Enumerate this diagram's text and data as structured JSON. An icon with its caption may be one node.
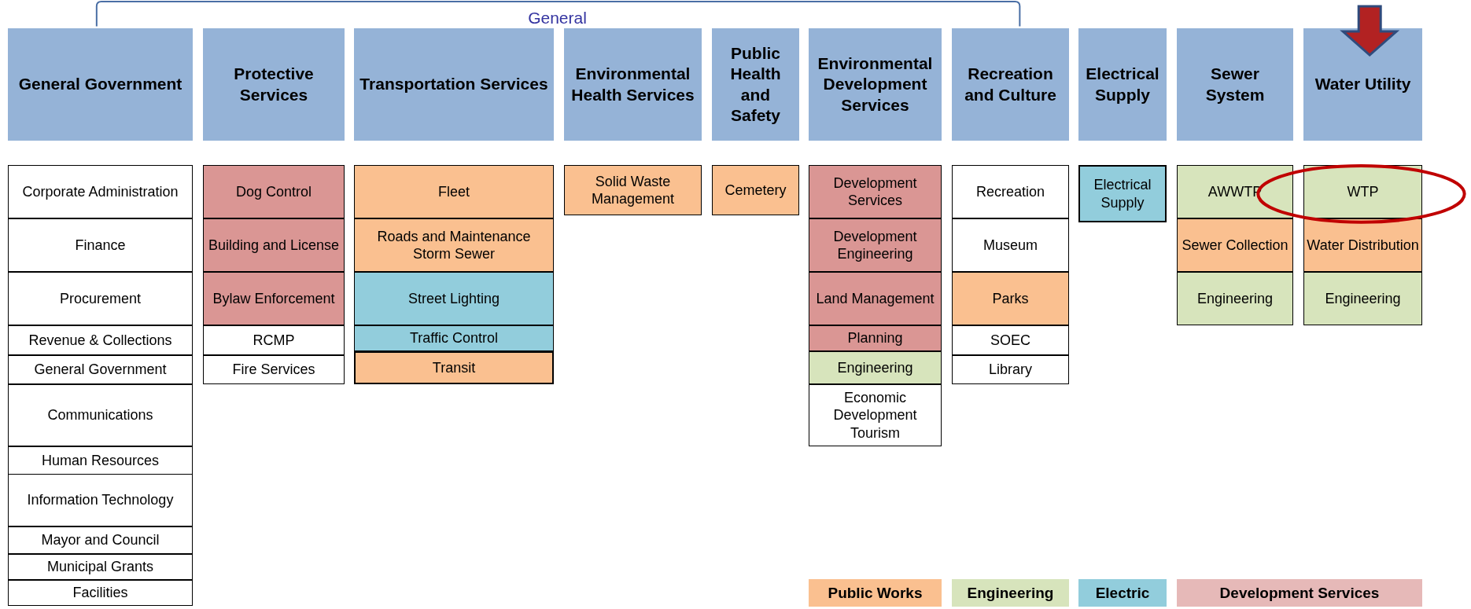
{
  "diagram": {
    "nodes": [
      {
        "text": [
          "General Government"
        ]
      },
      {
        "text": [
          "Protective Services"
        ]
      },
      {
        "text": [
          "Transportation Services"
        ]
      },
      {
        "text": [
          "Environmental Health Services"
        ]
      },
      {
        "text": [
          "Public Health and Safety"
        ]
      },
      {
        "text": [
          "Environmental Development Services"
        ]
      },
      {
        "text": [
          "Recreation and Culture"
        ]
      },
      {
        "text": [
          "Electrical Supply"
        ]
      },
      {
        "text": [
          "Sewer System"
        ]
      },
      {
        "text": [
          "Water Utility"
        ]
      },
      {
        "text": [
          "Corporate Administration"
        ]
      },
      {
        "text": [
          "Finance"
        ]
      },
      {
        "text": [
          "Procurement"
        ]
      },
      {
        "text": [
          "Revenue & Collections"
        ]
      },
      {
        "text": [
          "General Government"
        ]
      },
      {
        "text": [
          "Communications"
        ]
      },
      {
        "text": [
          "Human Resources"
        ]
      },
      {
        "text": [
          "Information Technology"
        ]
      },
      {
        "text": [
          "Mayor and Council"
        ]
      },
      {
        "text": [
          "Municipal Grants"
        ]
      },
      {
        "text": [
          "Facilities"
        ]
      },
      {
        "text": [
          "Dog Control"
        ]
      },
      {
        "text": [
          "Building and License"
        ]
      },
      {
        "text": [
          "Bylaw Enforcement"
        ]
      },
      {
        "text": [
          "RCMP"
        ]
      },
      {
        "text": [
          "Fire Services"
        ]
      },
      {
        "text": [
          "Fleet"
        ]
      },
      {
        "text": [
          "Roads and Maintenance Storm Sewer"
        ]
      },
      {
        "text": [
          "Street Lighting"
        ]
      },
      {
        "text": [
          "Traffic Control"
        ]
      },
      {
        "text": [
          "Transit"
        ]
      },
      {
        "text": [
          "Solid Waste Management"
        ]
      },
      {
        "text": [
          "Cemetery"
        ]
      },
      {
        "text": [
          "Development Services"
        ]
      },
      {
        "text": [
          "Development Engineering"
        ]
      },
      {
        "text": [
          "Land Management"
        ]
      },
      {
        "text": [
          "Planning"
        ]
      },
      {
        "text": [
          "Engineering"
        ]
      },
      {
        "text": [
          "Economic Development Tourism"
        ]
      },
      {
        "text": [
          "Recreation"
        ]
      },
      {
        "text": [
          "Museum"
        ]
      },
      {
        "text": [
          "Parks"
        ]
      },
      {
        "text": [
          "SOEC"
        ]
      },
      {
        "text": [
          "Library"
        ]
      },
      {
        "text": [
          "Electrical Supply"
        ]
      },
      {
        "text": [
          "AWWTP"
        ]
      },
      {
        "text": [
          "Sewer Collection"
        ]
      },
      {
        "text": [
          "Engineering"
        ]
      },
      {
        "text": [
          "WTP"
        ]
      },
      {
        "text": [
          "Water Distribution"
        ]
      },
      {
        "text": [
          "Engineering"
        ]
      }
    ],
    "labels": [
      "General"
    ],
    "legend": [
      {
        "text": "Public Works",
        "color": "#fac090"
      },
      {
        "text": "Engineering",
        "color": "#d7e4bc"
      },
      {
        "text": "Electric",
        "color": "#92cddc"
      },
      {
        "text": "Development Services",
        "color": "#e6b9b8"
      }
    ]
  }
}
